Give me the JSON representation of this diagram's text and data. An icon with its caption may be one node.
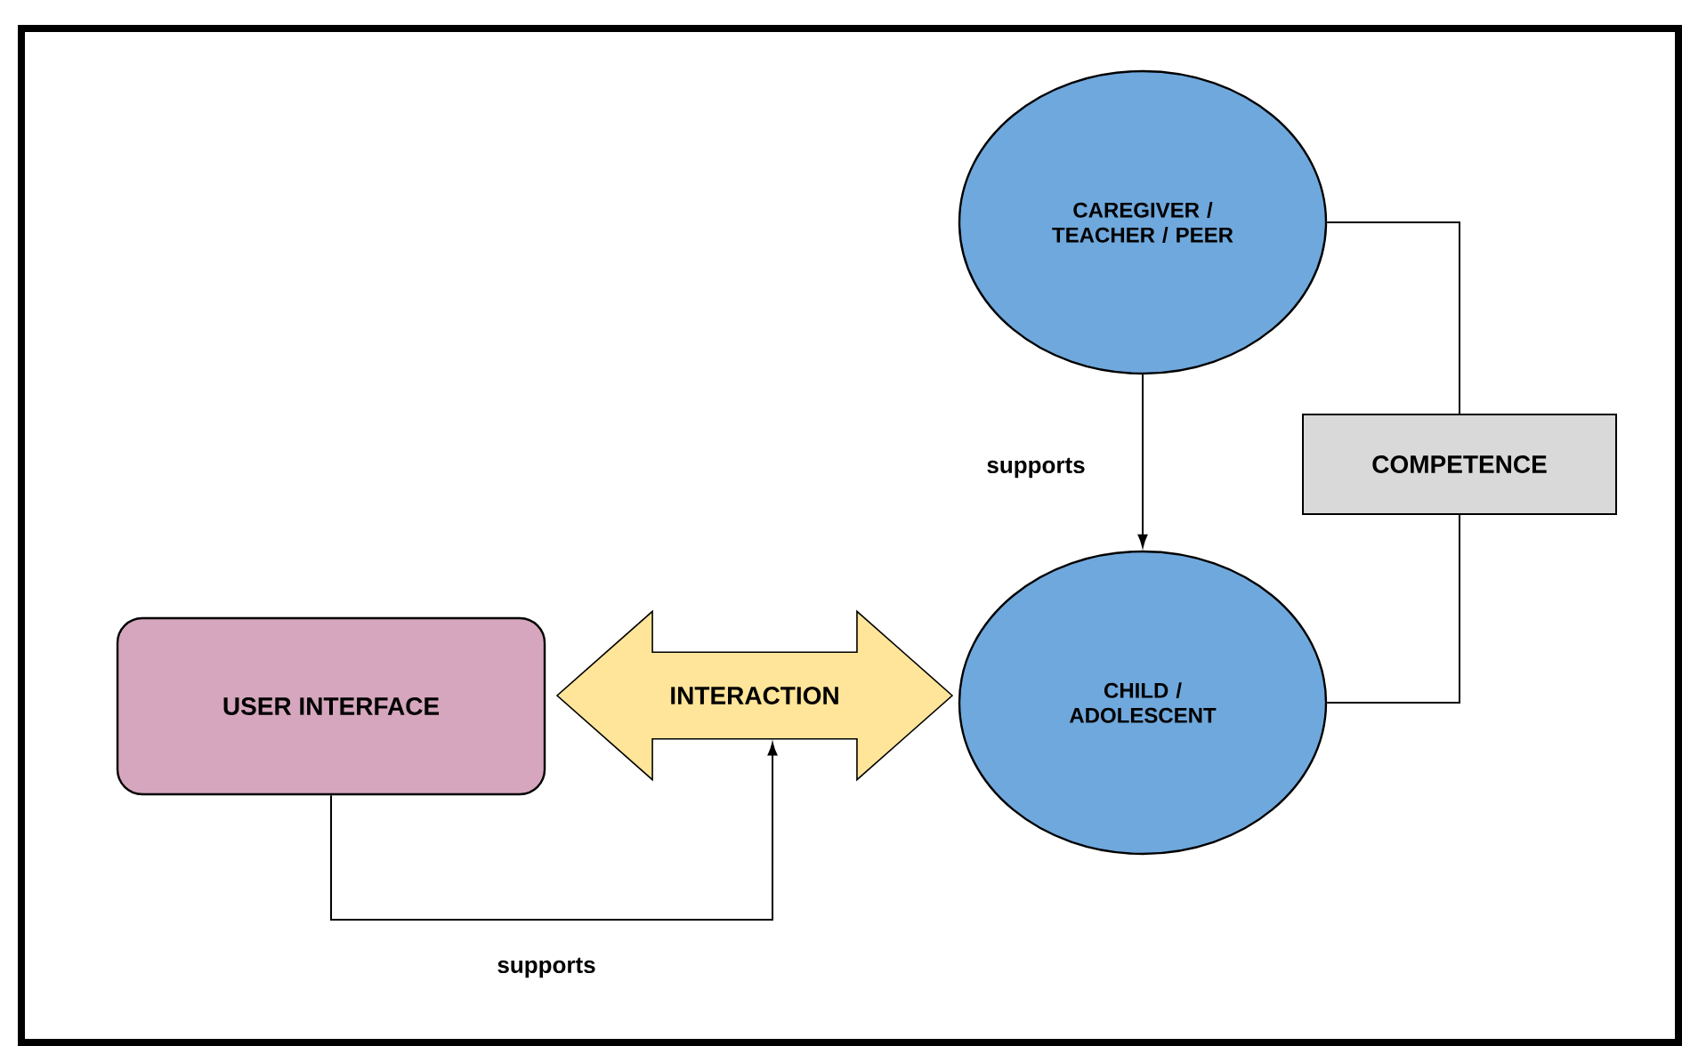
{
  "diagram": {
    "nodes": [
      {
        "text": [
          "CAREGIVER / TEACHER / PEER"
        ]
      },
      {
        "text": [
          "COMPETENCE"
        ]
      },
      {
        "text": [
          "USER INTERFACE"
        ]
      },
      {
        "text": [
          "INTERACTION"
        ]
      },
      {
        "text": [
          "CHILD / ADOLESCENT"
        ]
      }
    ],
    "edges": [
      {
        "from": 0,
        "to": 4,
        "arrow": "to",
        "label": "supports"
      },
      {
        "from": 0,
        "to": 1,
        "arrow": "none"
      },
      {
        "from": 1,
        "to": 4,
        "arrow": "none"
      },
      {
        "from": 2,
        "to": 3,
        "arrow": "to",
        "label": "supports"
      }
    ]
  }
}
